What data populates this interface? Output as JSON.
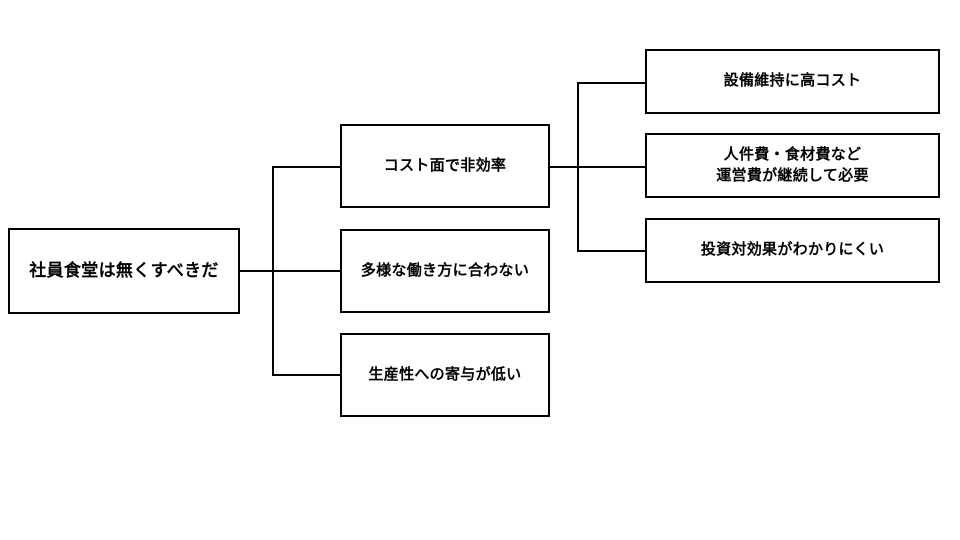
{
  "diagram": {
    "type": "logic-tree",
    "orientation": "left-to-right",
    "background_color": "#ffffff",
    "line_color": "#000000",
    "text_color": "#000000",
    "root": {
      "id": "root",
      "label": "社員食堂は無くすべきだ"
    },
    "level2": [
      {
        "id": "l2-a",
        "label": "コスト面で非効率"
      },
      {
        "id": "l2-b",
        "label": "多様な働き方に合わない"
      },
      {
        "id": "l2-c",
        "label": "生産性への寄与が低い"
      }
    ],
    "level3": [
      {
        "id": "l3-a",
        "label": "設備維持に高コスト"
      },
      {
        "id": "l3-b",
        "label": "人件費・食材費など\n運営費が継続して必要"
      },
      {
        "id": "l3-c",
        "label": "投資対効果がわかりにくい"
      }
    ]
  }
}
